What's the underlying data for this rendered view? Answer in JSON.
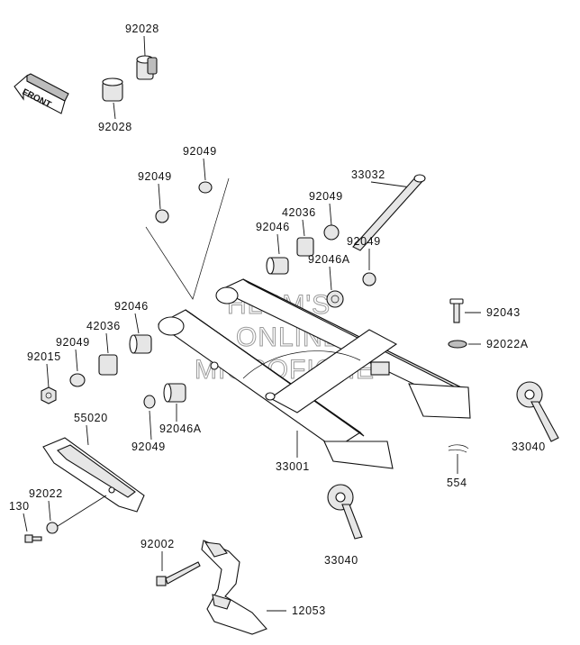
{
  "front_label": "FRONT",
  "watermark": {
    "line1": "HLSM'S",
    "line2": "ONLINE",
    "line3": "MICROFICHE"
  },
  "parts": {
    "bush_top_upper": "92028",
    "bush_top_lower": "92028",
    "seal_a": "92049",
    "seal_b": "92049",
    "axle_shaft": "33032",
    "seal_c": "92049",
    "collar_right": "42036",
    "needle_bearing_right": "92046",
    "seal_d": "92049",
    "bearing_right_a": "92046A",
    "needle_bearing_left": "92046",
    "collar_left": "42036",
    "seal_e": "92049",
    "nut_left": "92015",
    "bolt_right": "92043",
    "washer_right": "92022A",
    "swingarm": "33001",
    "bearing_left_a": "92046A",
    "seal_f": "92049",
    "chain_guide": "55020",
    "washer_left": "92022",
    "bolt_130": "130",
    "adjuster_right": "33040",
    "cotter_pin": "554",
    "adjuster_lower": "33040",
    "bolt_92002": "92002",
    "chain_cover": "12053"
  }
}
